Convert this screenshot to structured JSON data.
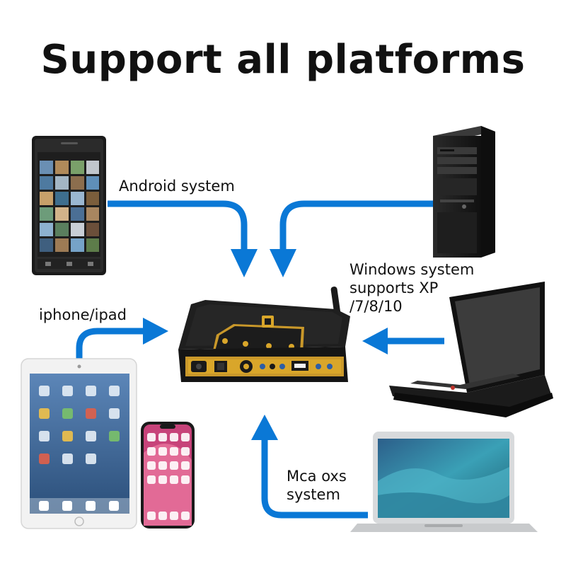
{
  "title": "Support all platforms",
  "labels": {
    "android": "Android system",
    "iphone": "iphone/ipad",
    "windows_line1": "Windows system",
    "windows_line2": "supports XP",
    "windows_line3": "/7/8/10",
    "mac_line1": "Mca oxs",
    "mac_line2": "system"
  },
  "colors": {
    "arrow": "#0a78d6",
    "device_gold": "#d9a62a",
    "device_body": "#1c1c1c"
  },
  "icons": [
    "android-phone-icon",
    "tower-pc-icon",
    "thinkpad-laptop-icon",
    "macbook-icon",
    "ipad-icon",
    "iphone-icon",
    "dac-converter-icon"
  ]
}
